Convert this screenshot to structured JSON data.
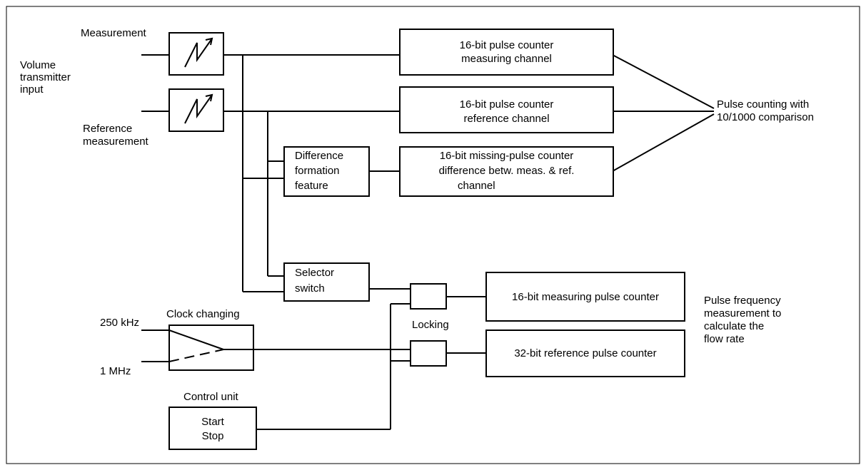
{
  "inputs": {
    "measurement": "Measurement",
    "volume_transmitter": [
      "Volume",
      "transmitter",
      "input"
    ],
    "reference_measurement": [
      "Reference",
      "measurement"
    ],
    "freq_250": "250 kHz",
    "freq_1mhz": "1 MHz"
  },
  "blocks": {
    "counter_meas": [
      "16-bit pulse counter",
      "measuring channel"
    ],
    "counter_ref": [
      "16-bit pulse counter",
      "reference channel"
    ],
    "difference": [
      "Difference",
      "formation",
      "feature"
    ],
    "missing_pulse": [
      "16-bit missing-pulse counter",
      "difference betw. meas. & ref.",
      "channel"
    ],
    "selector": [
      "Selector",
      "switch"
    ],
    "measuring_pulse_counter": "16-bit measuring pulse counter",
    "reference_pulse_counter": "32-bit reference pulse counter",
    "start_stop": [
      "Start",
      "Stop"
    ]
  },
  "labels": {
    "clock_changing": "Clock changing",
    "locking": "Locking",
    "control_unit": "Control unit",
    "pulse_counting": [
      "Pulse counting with",
      "10/1000 comparison"
    ],
    "pulse_frequency": [
      "Pulse frequency",
      "measurement to",
      "calculate the",
      "flow rate"
    ]
  }
}
